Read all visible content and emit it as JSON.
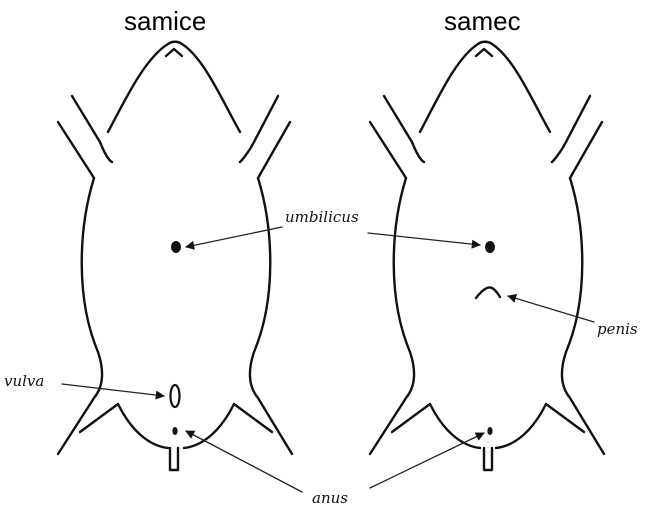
{
  "headings": {
    "female": "samice",
    "male": "samec"
  },
  "labels": {
    "umbilicus": "umbilicus",
    "penis": "penis",
    "vulva": "vulva",
    "anus": "anus"
  }
}
